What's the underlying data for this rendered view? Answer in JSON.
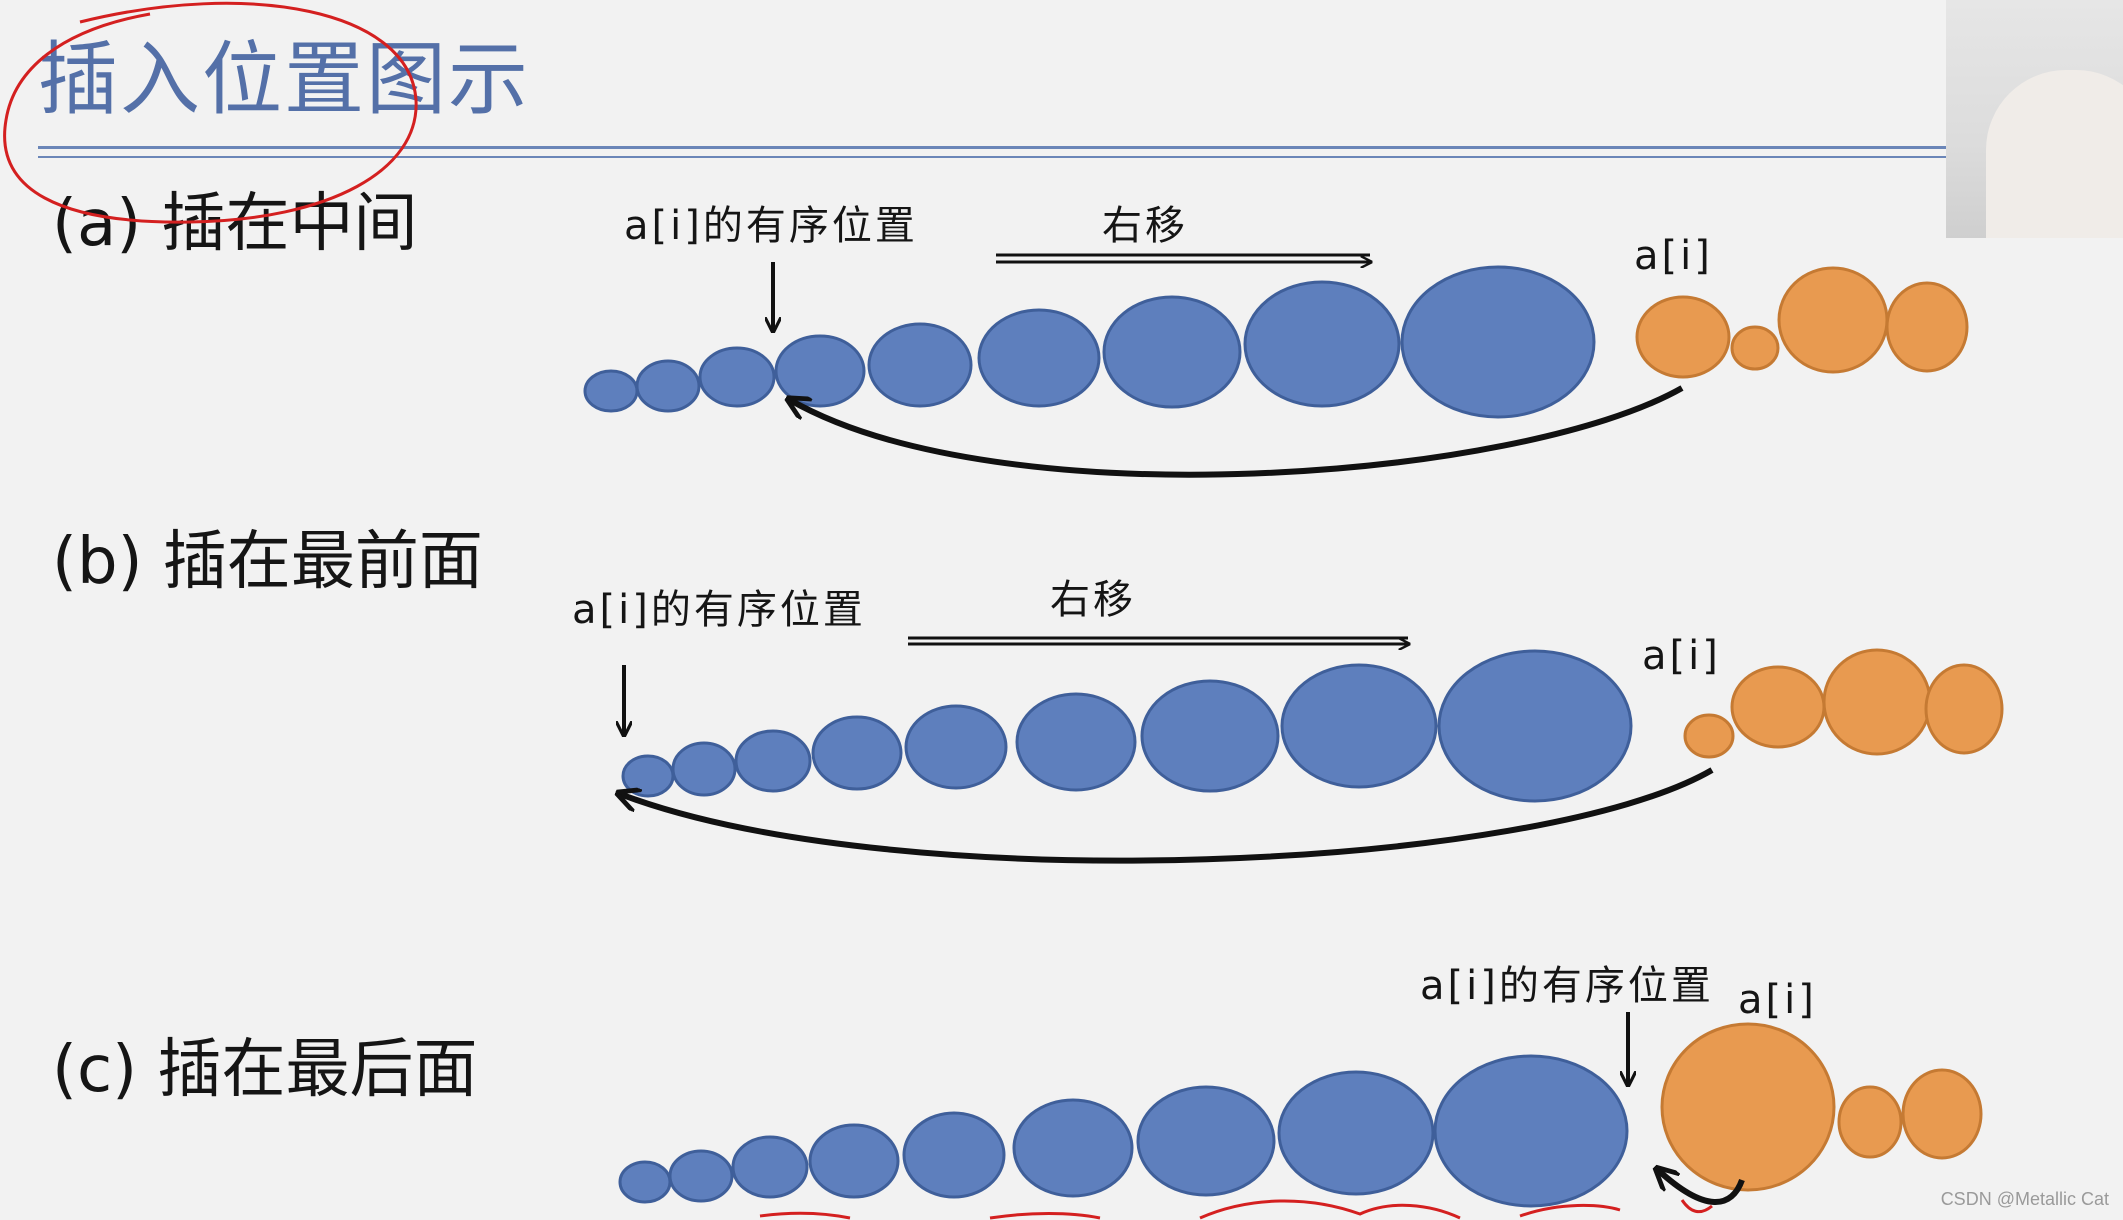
{
  "title": "插入位置图示",
  "sections": [
    {
      "label": "(a) 插在中间",
      "ordered_position_label": "a[i]的有序位置",
      "shift_label": "右移",
      "element_label": "a[i]"
    },
    {
      "label": "(b) 插在最前面",
      "ordered_position_label": "a[i]的有序位置",
      "shift_label": "右移",
      "element_label": "a[i]"
    },
    {
      "label": "(c) 插在最后面",
      "ordered_position_label": "a[i]的有序位置",
      "element_label": "a[i]"
    }
  ],
  "colors": {
    "sorted_fill": "#5e7fbd",
    "sorted_stroke": "#3f5f9a",
    "unsorted_fill": "#e89a50",
    "unsorted_stroke": "#c57a33",
    "arrow": "#111111",
    "title": "#5470a8",
    "annotation": "#d42020"
  },
  "watermark": "CSDN @Metallic Cat"
}
